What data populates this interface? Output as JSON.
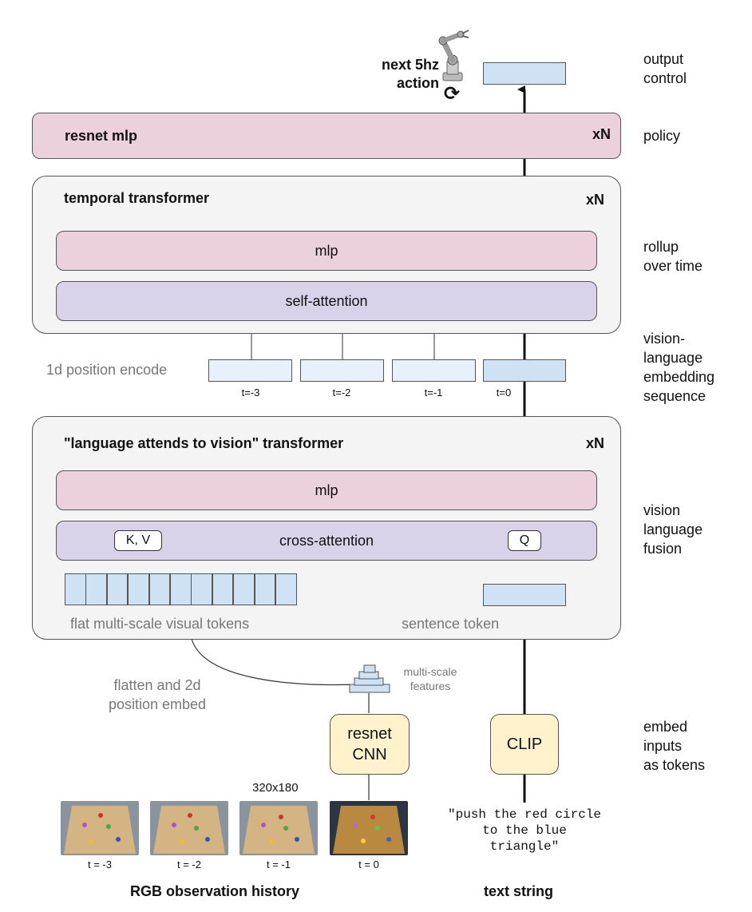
{
  "top": {
    "next_action_line1": "next 5hz",
    "next_action_line2": "action"
  },
  "side_labels": {
    "output_control": [
      "output",
      "control"
    ],
    "policy": [
      "policy"
    ],
    "rollup": [
      "rollup",
      "over time"
    ],
    "vl_embedding": [
      "vision-",
      "language",
      "embedding",
      "sequence"
    ],
    "vl_fusion": [
      "vision",
      "language",
      "fusion"
    ],
    "embed_inputs": [
      "embed",
      "inputs",
      "as tokens"
    ]
  },
  "policy_block": {
    "title": "resnet mlp",
    "repeat": "xN"
  },
  "temporal_block": {
    "title": "temporal transformer",
    "repeat": "xN",
    "mlp": "mlp",
    "attention": "self-attention"
  },
  "position_encode": {
    "label": "1d position encode",
    "slots": [
      "t=-3",
      "t=-2",
      "t=-1",
      "t=0"
    ]
  },
  "fusion_block": {
    "title": "\"language attends to vision\" transformer",
    "repeat": "xN",
    "mlp": "mlp",
    "attention": "cross-attention",
    "kv_tag": "K, V",
    "q_tag": "Q",
    "visual_tokens_label": "flat multi-scale visual tokens",
    "visual_token_count": 11,
    "sentence_token_label": "sentence token"
  },
  "features": {
    "multi_scale_line1": "multi-scale",
    "multi_scale_line2": "features",
    "flatten_line1": "flatten and 2d",
    "flatten_line2": "position embed"
  },
  "encoders": {
    "vision_line1": "resnet",
    "vision_line2": "CNN",
    "text": "CLIP"
  },
  "observations": {
    "resolution": "320x180",
    "frames": [
      "t = -3",
      "t = -2",
      "t = -1",
      "t = 0"
    ],
    "caption": "RGB observation history"
  },
  "text_input": {
    "lines": [
      "\"push the red circle",
      "to the blue",
      "triangle\""
    ],
    "caption": "text string"
  },
  "icons": [
    "robot-arm-icon",
    "refresh-icon",
    "feature-pyramid-icon"
  ],
  "colors": {
    "pink": "#ead1dc",
    "lavender": "#d9d2e9",
    "token_blue": "#cfe2f3",
    "encoder_yellow": "#fff2cc",
    "panel_grey": "#f4f4f4"
  }
}
